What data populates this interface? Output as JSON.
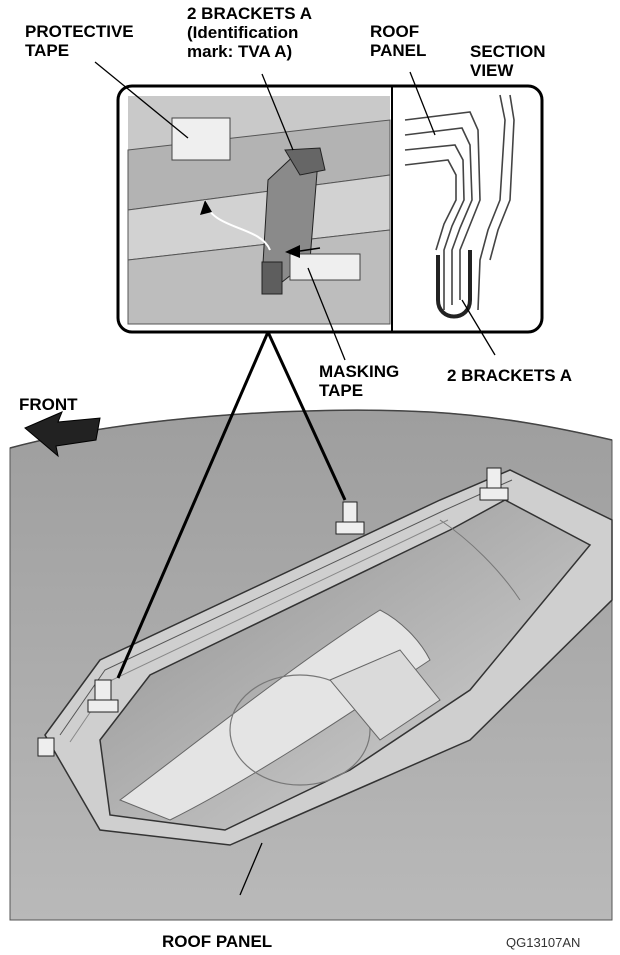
{
  "labels": {
    "protective_tape": [
      "PROTECTIVE",
      "TAPE"
    ],
    "brackets_top": [
      "2 BRACKETS A",
      "(Identification",
      "mark: TVA A)"
    ],
    "roof_panel_top": [
      "ROOF",
      "PANEL"
    ],
    "section_view": [
      "SECTION",
      "VIEW"
    ],
    "masking_tape": [
      "MASKING",
      "TAPE"
    ],
    "brackets_right": "2 BRACKETS A",
    "front": "FRONT",
    "roof_panel_bottom": "ROOF PANEL",
    "figure_code": "QG13107AN"
  }
}
